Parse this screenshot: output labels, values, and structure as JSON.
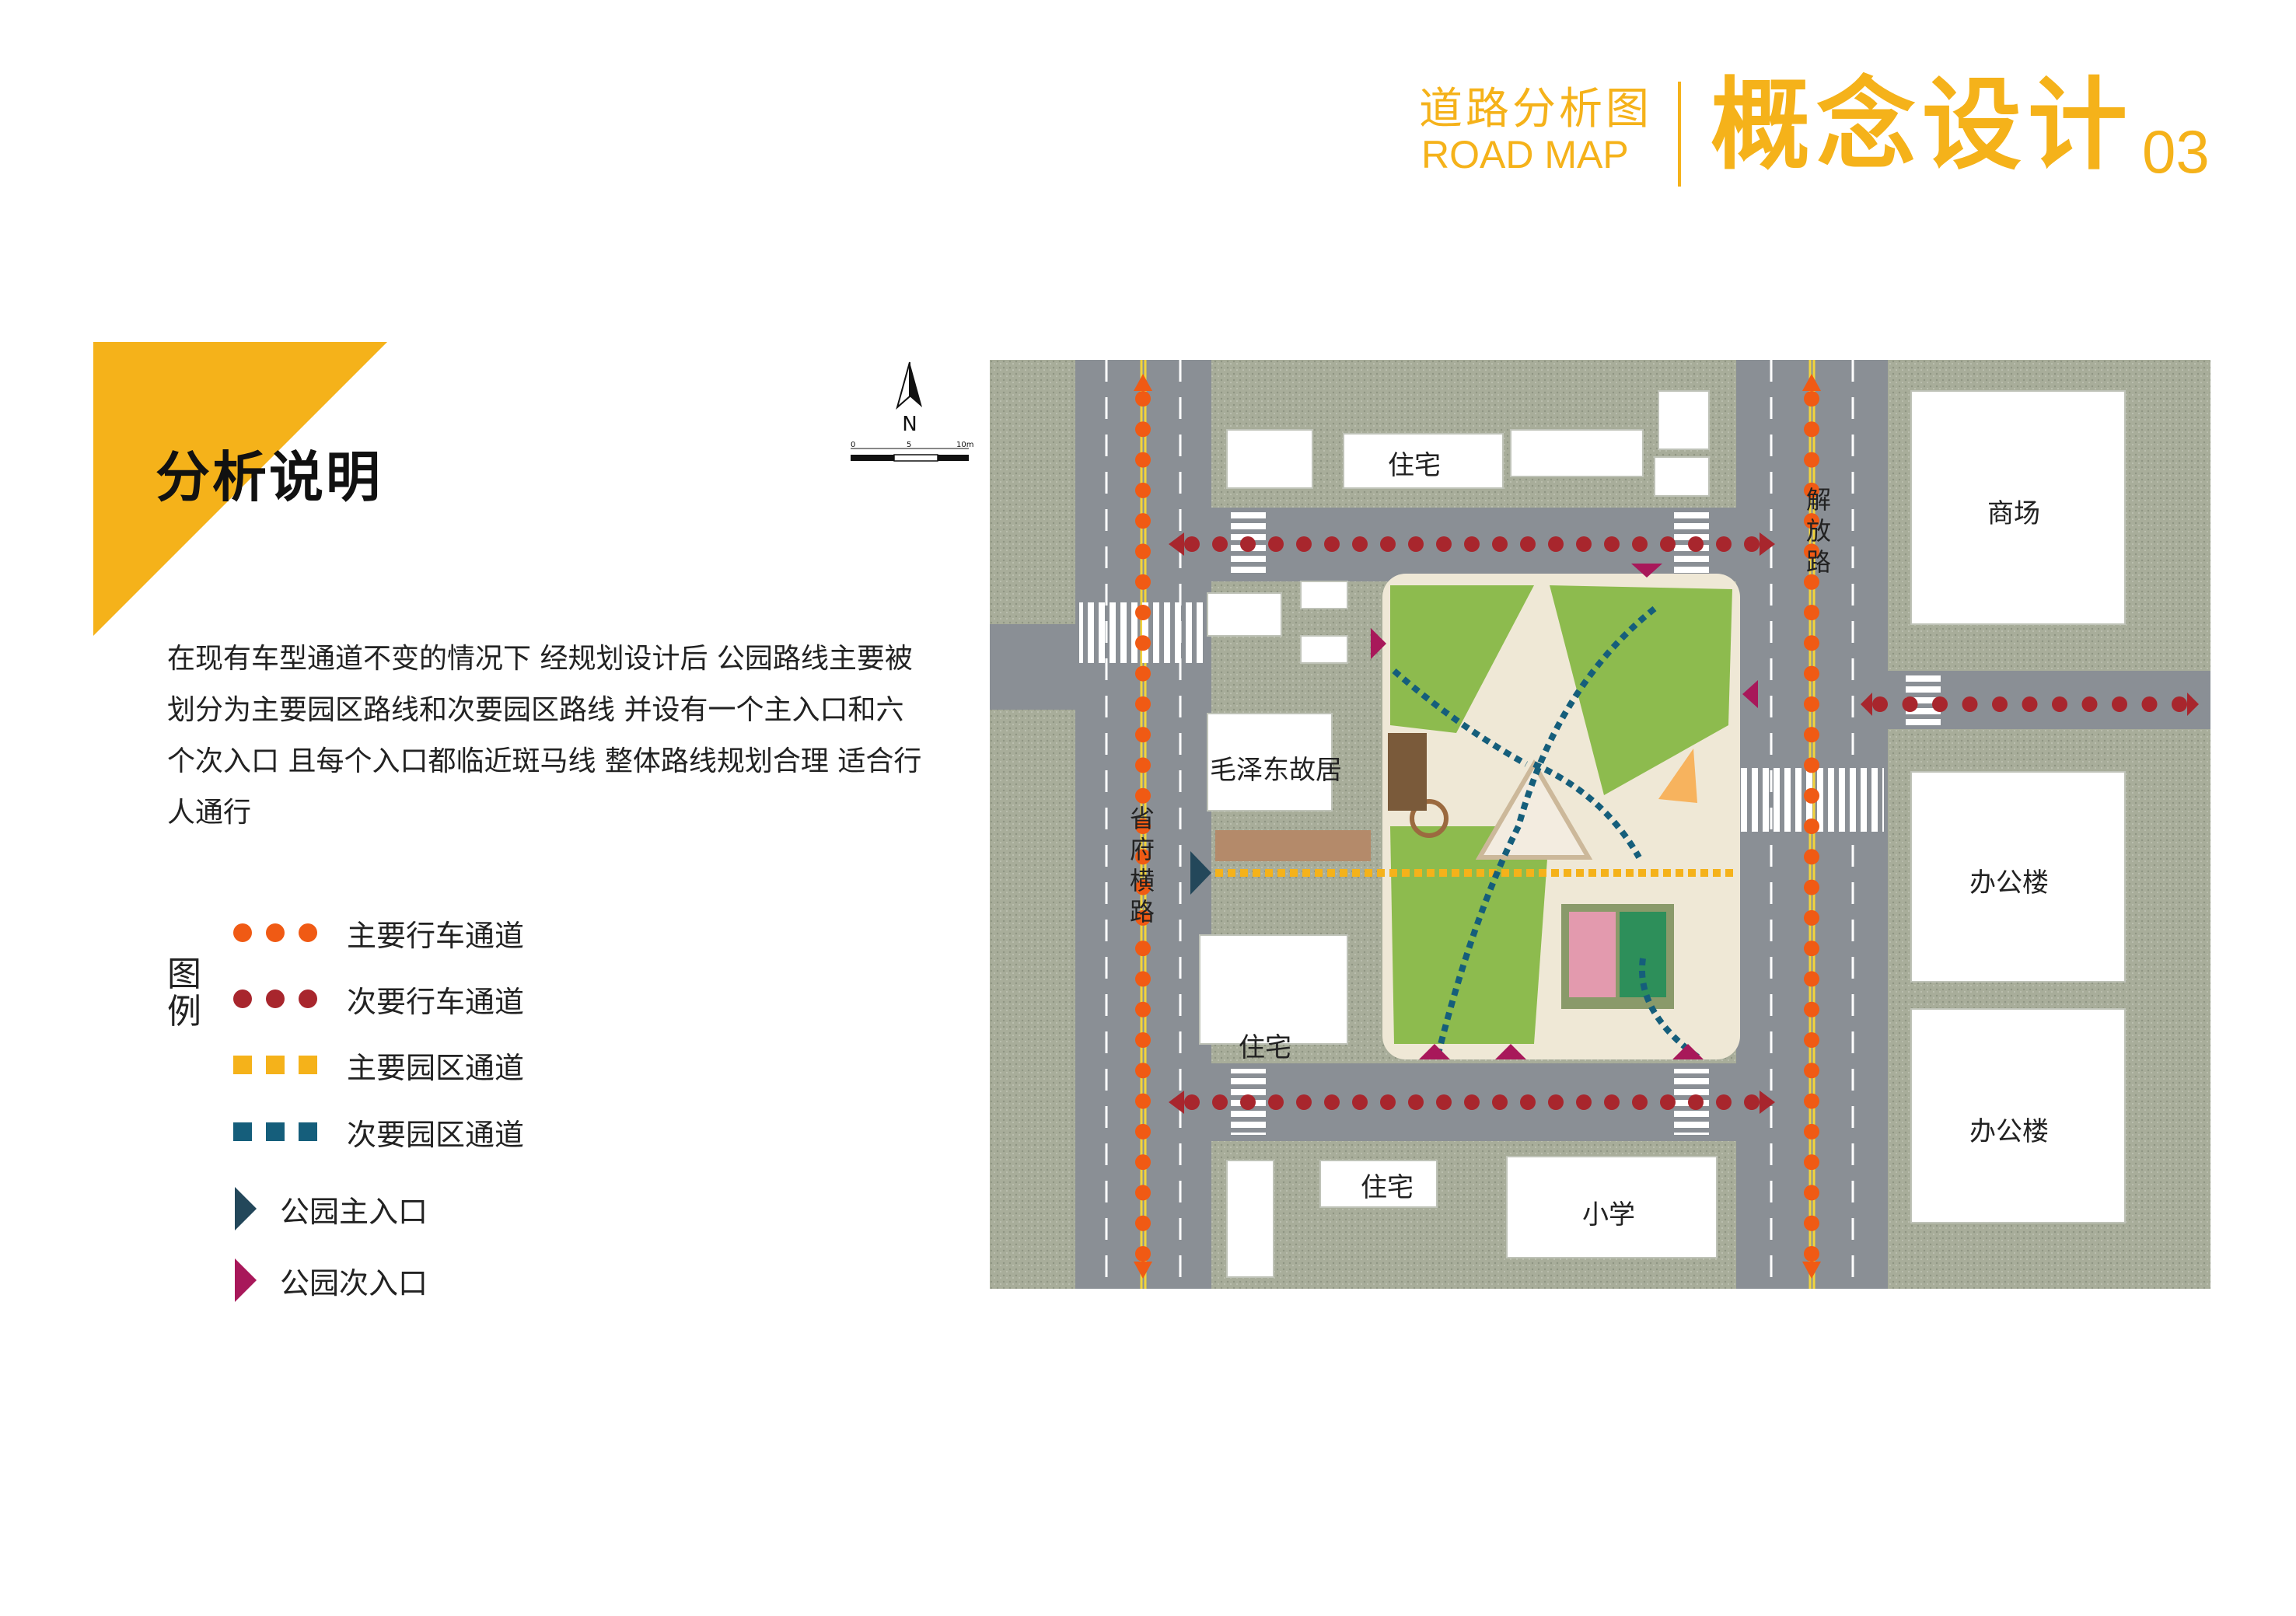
{
  "header": {
    "title_cn": "道路分析图",
    "title_en": "ROAD MAP",
    "section": "概念设计",
    "number": "03"
  },
  "panel": {
    "title": "分析说明",
    "description": "在现有车型通道不变的情况下  经规划设计后  公园路线主要被划分为主要园区路线和次要园区路线 并设有一个主入口和六个次入口  且每个入口都临近斑马线  整体路线规划合理 适合行人通行"
  },
  "legend": {
    "title": "图例",
    "items": [
      {
        "label": "主要行车通道",
        "symbol": "dots",
        "color": "#f05a14"
      },
      {
        "label": "次要行车通道",
        "symbol": "dots",
        "color": "#a8262d"
      },
      {
        "label": "主要园区通道",
        "symbol": "squares",
        "color": "#f5b21a"
      },
      {
        "label": "次要园区通道",
        "symbol": "squares",
        "color": "#155e7b"
      },
      {
        "label": "公园主入口",
        "symbol": "triangle",
        "color": "#23475a"
      },
      {
        "label": "公园次入口",
        "symbol": "triangle",
        "color": "#a8185a"
      }
    ]
  },
  "compass": {
    "north": "N"
  },
  "scale": {
    "ticks": [
      "0",
      "5",
      "10m"
    ]
  },
  "map": {
    "labels": {
      "residence_top": "住宅",
      "mall": "商场",
      "jiefang_road": "解放路",
      "former_residence": "毛泽东故居",
      "shengfu_road": "省府横路",
      "office_1": "办公楼",
      "office_2": "办公楼",
      "residence_left": "住宅",
      "residence_bottom": "住宅",
      "school": "小学"
    }
  }
}
